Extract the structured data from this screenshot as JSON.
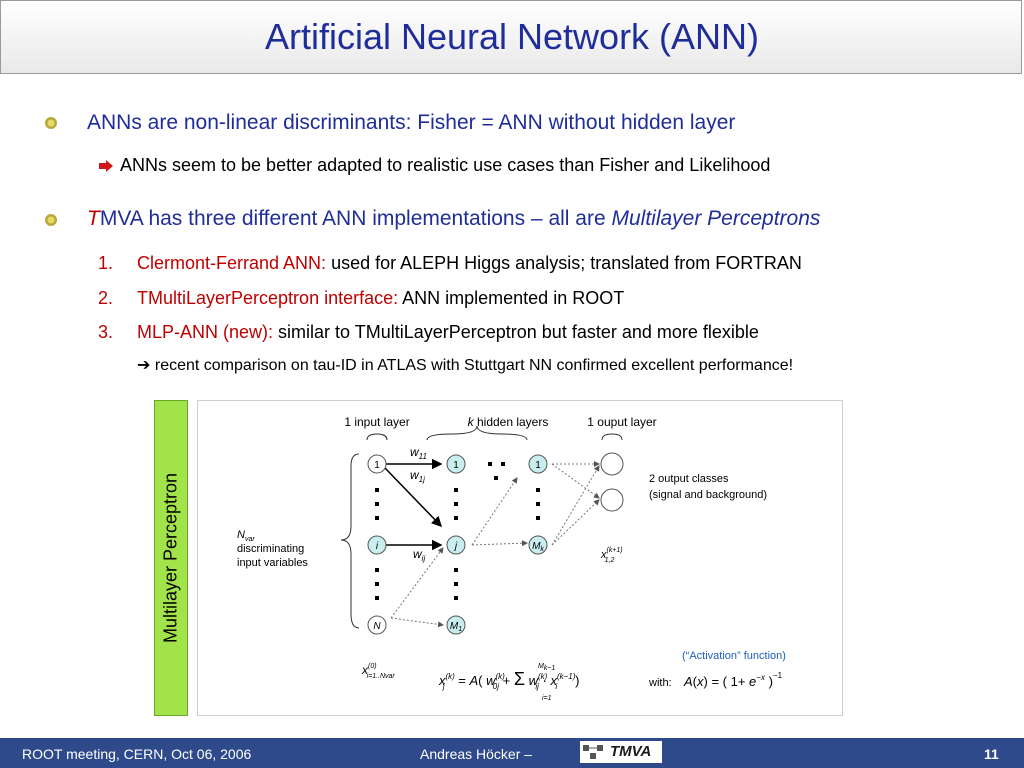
{
  "title": "Artificial Neural Network (ANN)",
  "bullets": {
    "b1": "ANNs are non-linear discriminants: Fisher = ANN without hidden layer",
    "b1_sub": "ANNs seem to be better adapted to realistic use cases than Fisher and Likelihood",
    "b2_t": "T",
    "b2_a": "MVA has three different ANN implementations – all are ",
    "b2_b": "Multilayer Perceptrons"
  },
  "items": [
    {
      "num": "1.",
      "red": "Clermont-Ferrand ANN:",
      "rest": " used for ALEPH Higgs analysis; translated from FORTRAN"
    },
    {
      "num": "2.",
      "red": "TMultiLayerPerceptron interface:",
      "rest": " ANN implemented in ROOT"
    },
    {
      "num": "3.",
      "red": "MLP-ANN (new):",
      "rest": " similar to TMultiLayerPerceptron but faster and more flexible"
    }
  ],
  "arrow_note": "recent comparison on tau-ID in ATLAS with Stuttgart NN confirmed excellent performance!",
  "sidebar_label": "Multilayer Perceptron",
  "diagram": {
    "input_layer": "1 input layer",
    "hidden_k": "k",
    "hidden_rest": " hidden layers",
    "output_layer": "1 ouput layer",
    "output_classes": "2 output classes",
    "output_classes_2": "(signal and background)",
    "nvar_n": "N",
    "nvar_sub": "var",
    "discriminating": "discriminating",
    "input_vars": "input variables",
    "node_1": "1",
    "node_i": "i",
    "node_N": "N",
    "node_j": "j",
    "node_M": "M",
    "activation": "(“Activation” function)",
    "with": "with:"
  },
  "footer": {
    "left": "ROOT meeting, CERN, Oct 06, 2006",
    "center": "Andreas Höcker  –",
    "logo": "TMVA",
    "page": "11"
  },
  "colors": {
    "title": "#1f2d9a",
    "accent_red": "#c00000",
    "sidebar": "#a2e34a",
    "node": "#c8eef0",
    "footer": "#2e4a8a"
  }
}
